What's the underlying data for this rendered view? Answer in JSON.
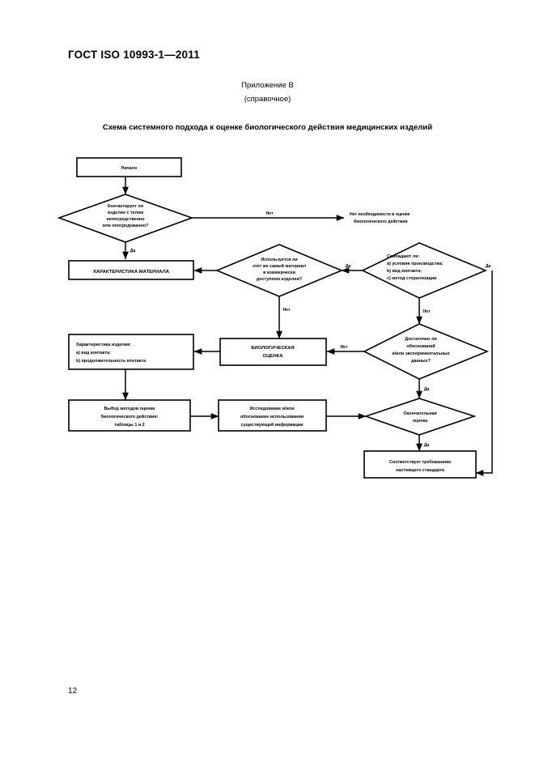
{
  "document": {
    "header": "ГОСТ ISO 10993-1—2011",
    "annex_title": "Приложение В",
    "annex_subtitle": "(справочное)",
    "scheme_title": "Схема системного подхода к оценке биологического действия медицинских изделий",
    "page_number": "12"
  },
  "flowchart": {
    "nodes": {
      "start": {
        "label": "Начало",
        "shape": "process"
      },
      "contact_question": {
        "shape": "decision",
        "lines": [
          "Контактирует ли",
          "изделие с телом",
          "непосредственно",
          "или опосредованно?"
        ]
      },
      "no_need_note": {
        "shape": "note",
        "lines": [
          "Нет необходимости в оценке",
          "биологического действия"
        ]
      },
      "material_characterization": {
        "label": "ХАРАКТЕРИСТИКА МАТЕРИАЛА",
        "shape": "process"
      },
      "same_material_question": {
        "shape": "decision",
        "lines": [
          "Используется ли",
          "этот же самый материал",
          "в коммерчески",
          "доступном изделии?"
        ]
      },
      "coincide_question": {
        "shape": "decision",
        "lines": [
          "Совпадают ли:",
          "a) условия производства;",
          "b) вид контакта;",
          "c) метод стерилизации"
        ]
      },
      "device_characterization": {
        "shape": "process",
        "lines": [
          "Характеристика изделия:",
          "a) вид контакта;",
          "b) продолжительность контакта"
        ]
      },
      "biological_evaluation": {
        "shape": "process",
        "lines": [
          "БИОЛОГИЧЕСКАЯ",
          "ОЦЕНКА"
        ]
      },
      "sufficient_question": {
        "shape": "decision",
        "lines": [
          "Достаточно ли",
          "обоснований",
          "и/или экспериментальных",
          "данных?"
        ]
      },
      "method_selection": {
        "shape": "process",
        "lines": [
          "Выбор методов оценки",
          "биологического действия:",
          "таблицы 1 и 2"
        ]
      },
      "research_or_justification": {
        "shape": "process",
        "lines": [
          "Исследование и/или",
          "обоснование использования",
          "существующей информации"
        ]
      },
      "final_evaluation": {
        "shape": "decision",
        "lines": [
          "Окончательная",
          "оценка"
        ]
      },
      "conforms": {
        "shape": "process",
        "lines": [
          "Соответствует требованиям",
          "настоящего стандарта"
        ]
      }
    },
    "edge_labels": {
      "contact_no": "Нет",
      "contact_yes": "Да",
      "same_material_yes": "Да",
      "same_material_no": "Нет",
      "coincide_yes": "Да",
      "coincide_no": "Нет",
      "sufficient_no": "Нет",
      "sufficient_yes": "Да",
      "final_yes": "Да"
    },
    "colors": {
      "line": "#000000",
      "fill": "#ffffff",
      "text": "#000000"
    }
  }
}
